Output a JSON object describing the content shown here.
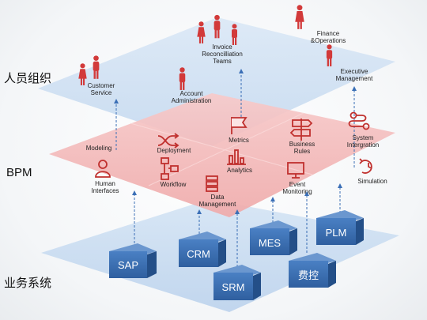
{
  "layers": {
    "people": "人员组织",
    "bpm": "BPM",
    "systems": "业务系统"
  },
  "people_groups": {
    "finance": "Finance\n&Operations",
    "invoice": "Invoice\nReconcilliation\nTeams",
    "customer": "Customer\nService",
    "account": "Account\nAdministration",
    "executive": "Executive\nManagement"
  },
  "bpm_items": {
    "modeling": "Modeling",
    "deployment": "Deployment",
    "metrics": "Metrics",
    "business_rules": "Business\nRules",
    "system_integration": "System\nIntergration",
    "human_interfaces": "Human\nInterfaces",
    "workflow": "Workflow",
    "analytics": "Analytics",
    "data_management": "Data\nManagement",
    "event_monitoring": "Event\nMonitoring",
    "simulation": "Simulation"
  },
  "systems": {
    "sap": "SAP",
    "crm": "CRM",
    "mes": "MES",
    "plm": "PLM",
    "srm": "SRM",
    "fee_control": "费控"
  },
  "colors": {
    "person": "#d23a3a",
    "bpm_icon": "#c0302e",
    "bpm_plane": "#f3b8b8",
    "people_plane": "#cfe0f2",
    "system_plane": "#c7dbf0",
    "box_front": "#3a6fb0",
    "arrow": "#3b6fb6"
  }
}
